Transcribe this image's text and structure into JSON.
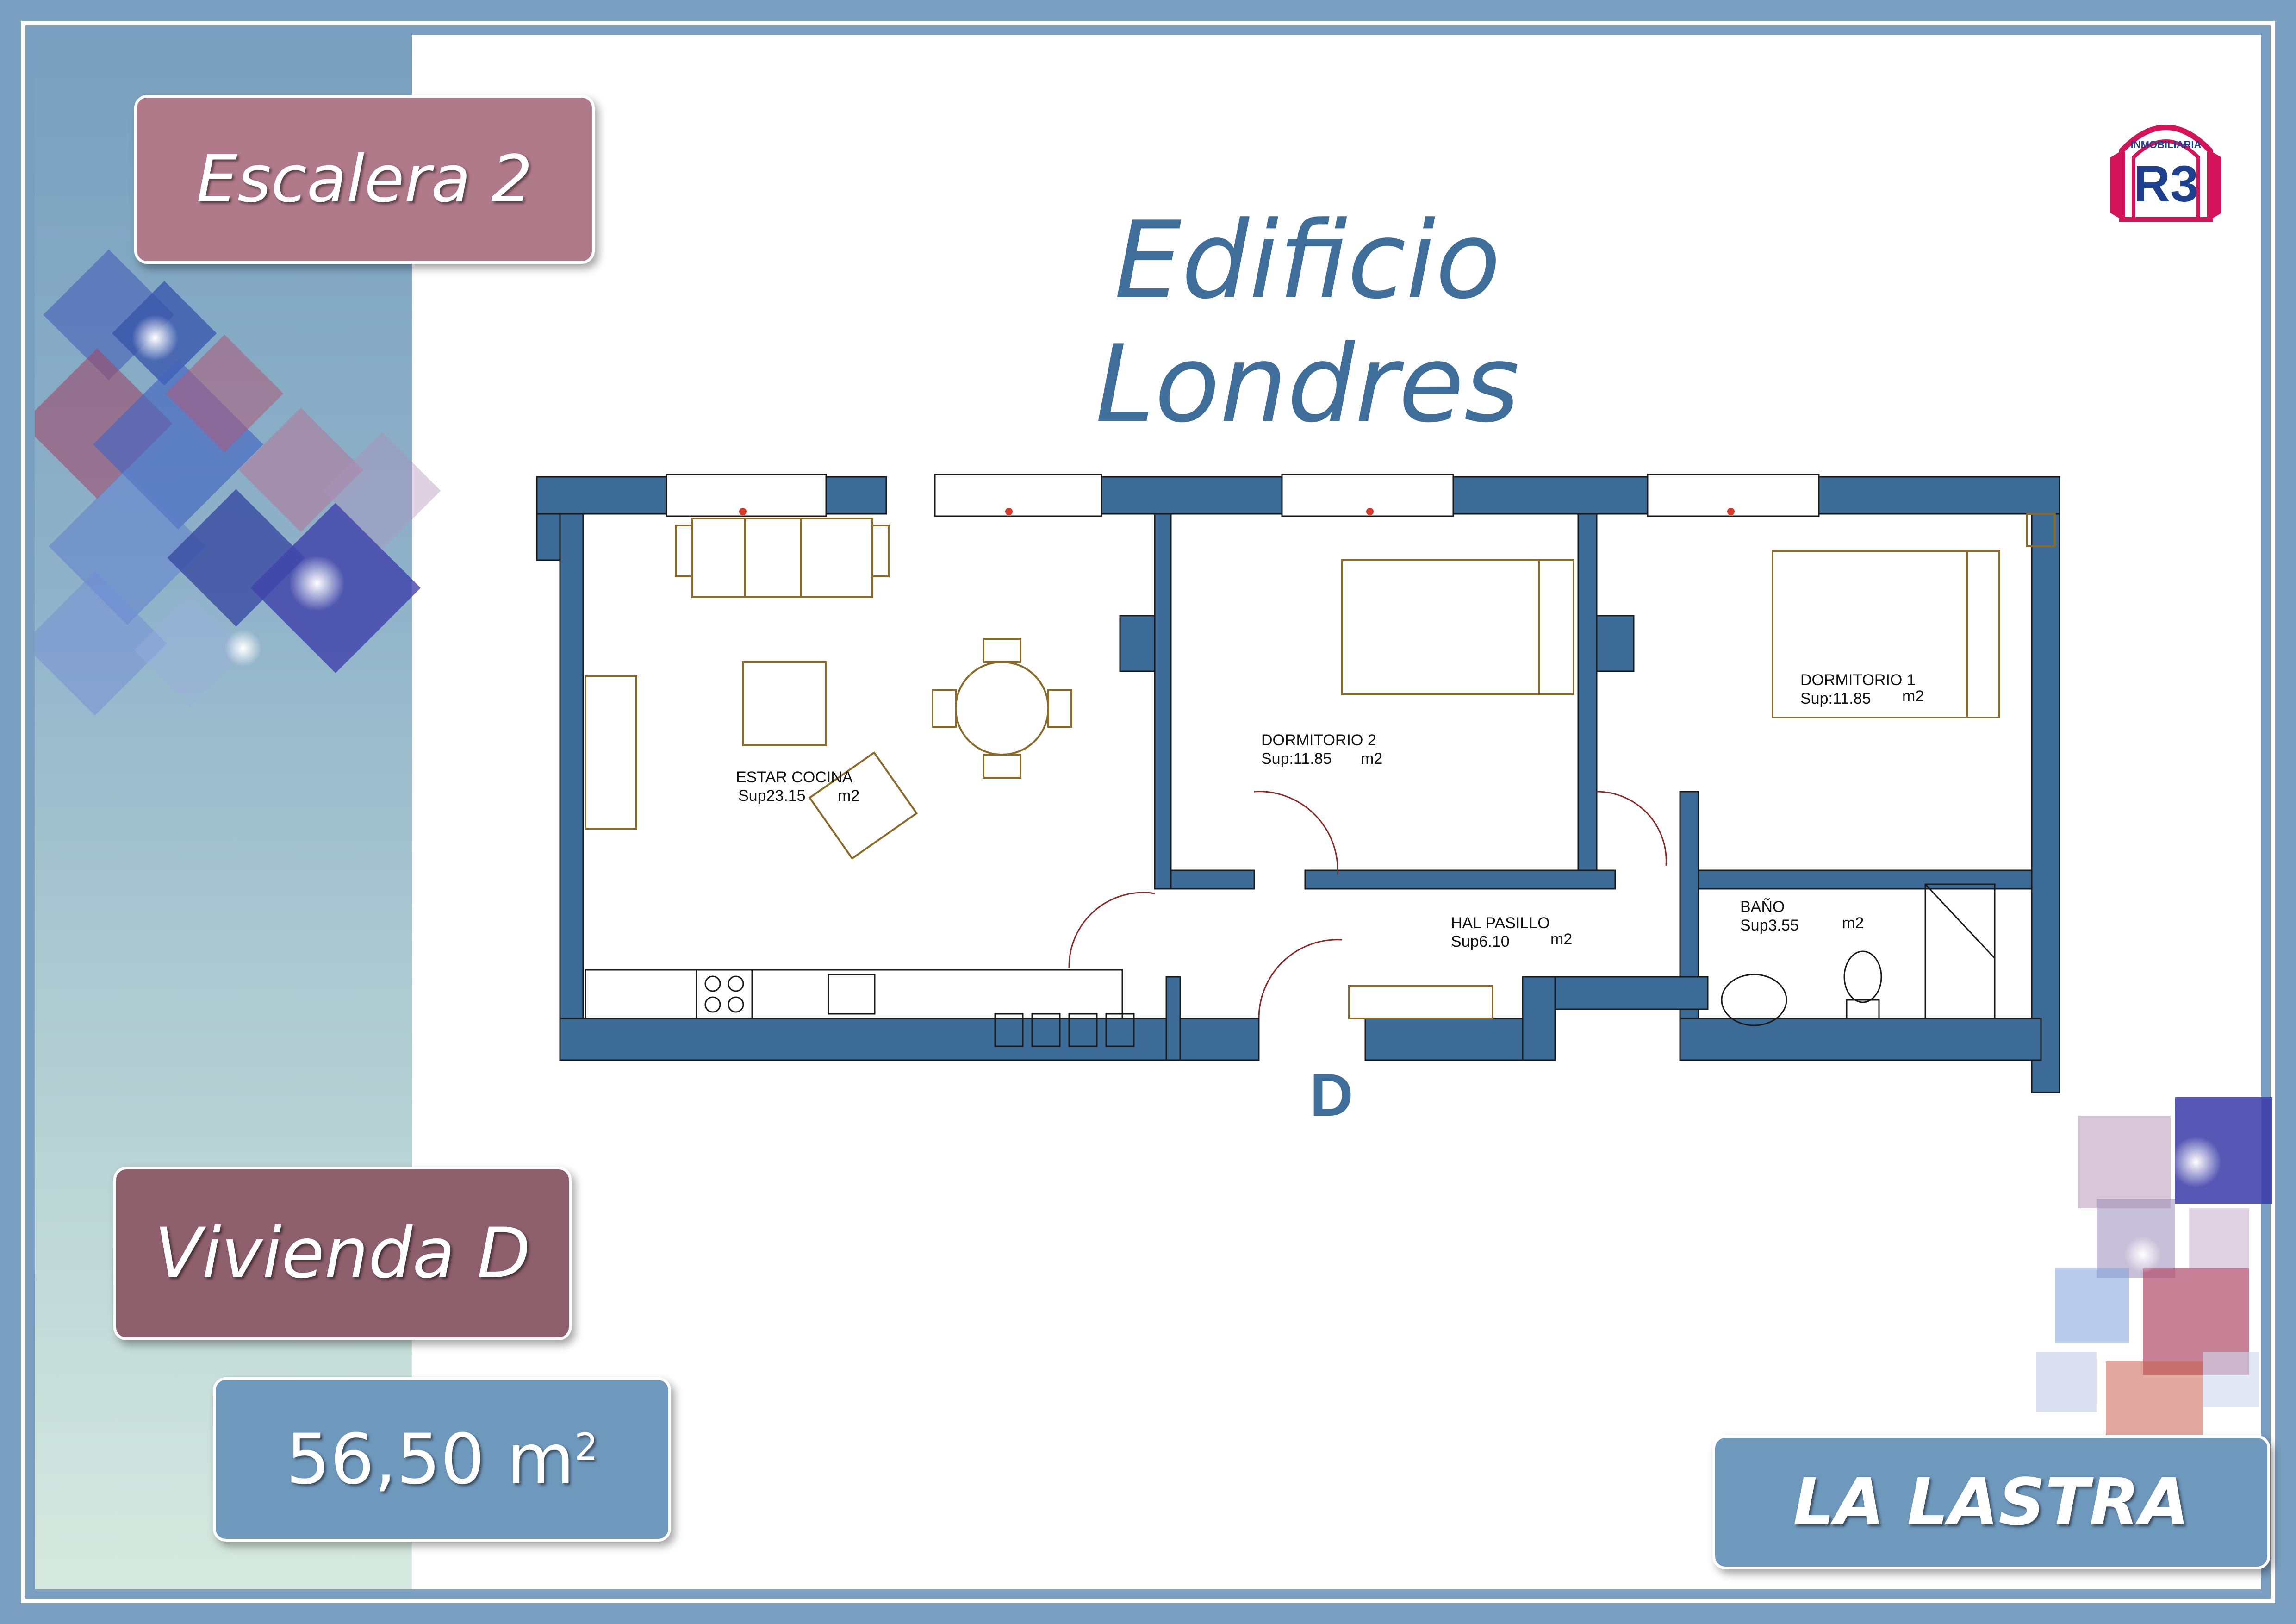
{
  "header": {
    "title": "Edificio Londres"
  },
  "labels": {
    "stair": "Escalera 2",
    "unit": "Vivienda D",
    "area_value": "56,50 m",
    "area_exponent": "2",
    "district": "LA LASTRA"
  },
  "logo": {
    "text_top": "INMOBILIARIA",
    "text_main": "R3",
    "color": "#d4145a",
    "accent": "#1f3f8f"
  },
  "plan": {
    "unit_letter": "D",
    "rooms": [
      {
        "name": "ESTAR COCINA",
        "sup": "Sup23.15",
        "unit": "m2"
      },
      {
        "name": "DORMITORIO 2",
        "sup": "Sup:11.85",
        "unit": "m2"
      },
      {
        "name": "DORMITORIO 1",
        "sup": "Sup:11.85",
        "unit": "m2"
      },
      {
        "name": "HAL PASILLO",
        "sup": "Sup6.10",
        "unit": "m2"
      },
      {
        "name": "BAÑO",
        "sup": "Sup3.55",
        "unit": "m2"
      }
    ],
    "wall_color": "#3d6b97",
    "furniture_color": "#8a6a2a"
  },
  "colors": {
    "title": "#3f6e9a",
    "frame": "#7a9fc0",
    "stair_box": "#b07a8a",
    "unit_box": "#8e5f6d",
    "area_box": "#6f98bd"
  }
}
